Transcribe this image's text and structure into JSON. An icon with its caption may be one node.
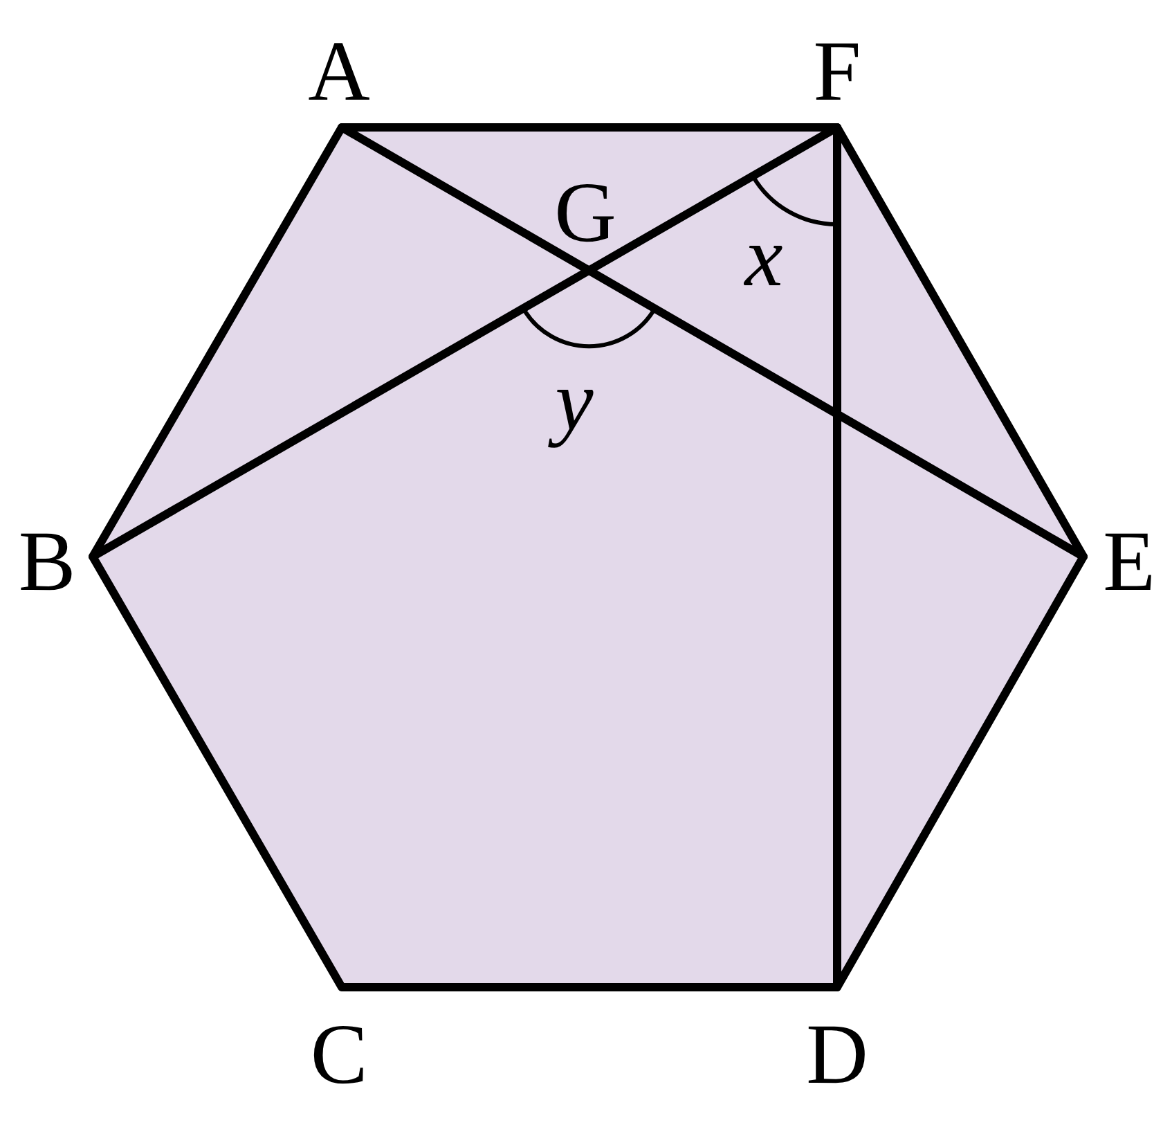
{
  "diagram": {
    "labels": [
      "A",
      "F",
      "G",
      "x",
      "y",
      "B",
      "E",
      "C",
      "D"
    ]
  }
}
